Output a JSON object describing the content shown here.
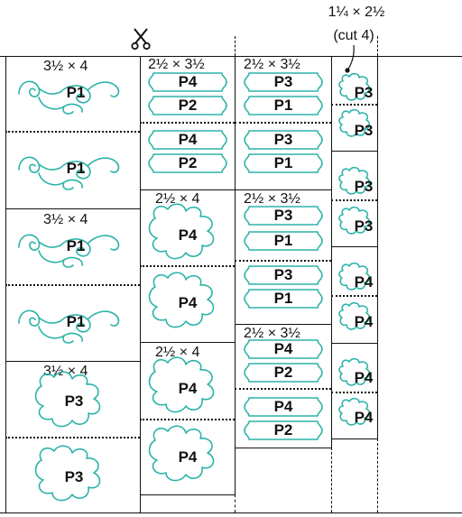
{
  "colors": {
    "outline": "#2bb3a8",
    "line": "#111111"
  },
  "icons": {
    "scissors": "scissors-icon"
  },
  "headers": {
    "strip": "1¼ × 2½",
    "strip_note": "(cut 4)"
  },
  "columns": {
    "col1": {
      "blocks": [
        {
          "dim": "3½ × 4",
          "pieces": [
            "P1",
            "P1"
          ]
        },
        {
          "dim": "3½ × 4",
          "pieces": [
            "P1",
            "P1"
          ]
        },
        {
          "dim": "3½ × 4",
          "pieces": [
            "P3",
            "P3"
          ]
        }
      ]
    },
    "col2": {
      "top_dim": "2½ × 3½",
      "tags": [
        "P4",
        "P2",
        "P4",
        "P2"
      ],
      "blocks": [
        {
          "dim": "2½ × 4",
          "pieces": [
            "P4",
            "P4"
          ]
        },
        {
          "dim": "2½ × 4",
          "pieces": [
            "P4",
            "P4"
          ]
        }
      ]
    },
    "col3": {
      "groups": [
        {
          "dim": "2½ × 3½",
          "tags": [
            "P3",
            "P1",
            "P3",
            "P1"
          ]
        },
        {
          "dim": "2½ × 3½",
          "tags": [
            "P3",
            "P1",
            "P3",
            "P1"
          ]
        },
        {
          "dim": "2½ × 3½",
          "tags": [
            "P4",
            "P2",
            "P4",
            "P2"
          ]
        }
      ]
    },
    "col4": {
      "pieces": [
        "P3",
        "P3",
        "P3",
        "P3",
        "P4",
        "P4",
        "P4",
        "P4"
      ]
    }
  }
}
